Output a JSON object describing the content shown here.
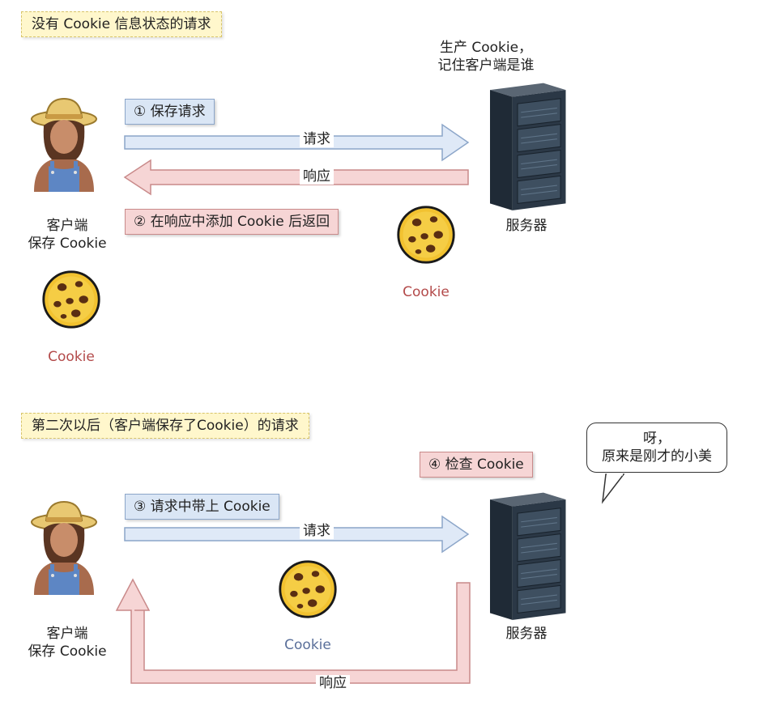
{
  "section1": {
    "title": "没有 Cookie 信息状态的请求",
    "step1": "① 保存请求",
    "step2": "② 在响应中添加 Cookie 后返回",
    "request_label": "请求",
    "response_label": "响应",
    "client_line1": "客户端",
    "client_line2": "保存 Cookie",
    "server_label": "服务器",
    "server_note_line1": "生产 Cookie，",
    "server_note_line2": "记住客户端是谁",
    "client_cookie_label": "Cookie",
    "server_cookie_label": "Cookie"
  },
  "section2": {
    "title": "第二次以后（客户端保存了Cookie）的请求",
    "step3": "③ 请求中带上 Cookie",
    "step4": "④ 检查 Cookie",
    "request_label": "请求",
    "response_label": "响应",
    "client_line1": "客户端",
    "client_line2": "保存 Cookie",
    "server_label": "服务器",
    "cookie_label": "Cookie",
    "bubble_line1": "呀，",
    "bubble_line2": "原来是刚才的小美"
  },
  "colors": {
    "request_arrow_fill": "#dfe9f7",
    "request_arrow_stroke": "#8ca6c9",
    "response_arrow_fill": "#f6d5d5",
    "response_arrow_stroke": "#c98a8a",
    "cookie_red_text": "#b34a4a",
    "cookie_blue_text": "#5a6f9a"
  }
}
